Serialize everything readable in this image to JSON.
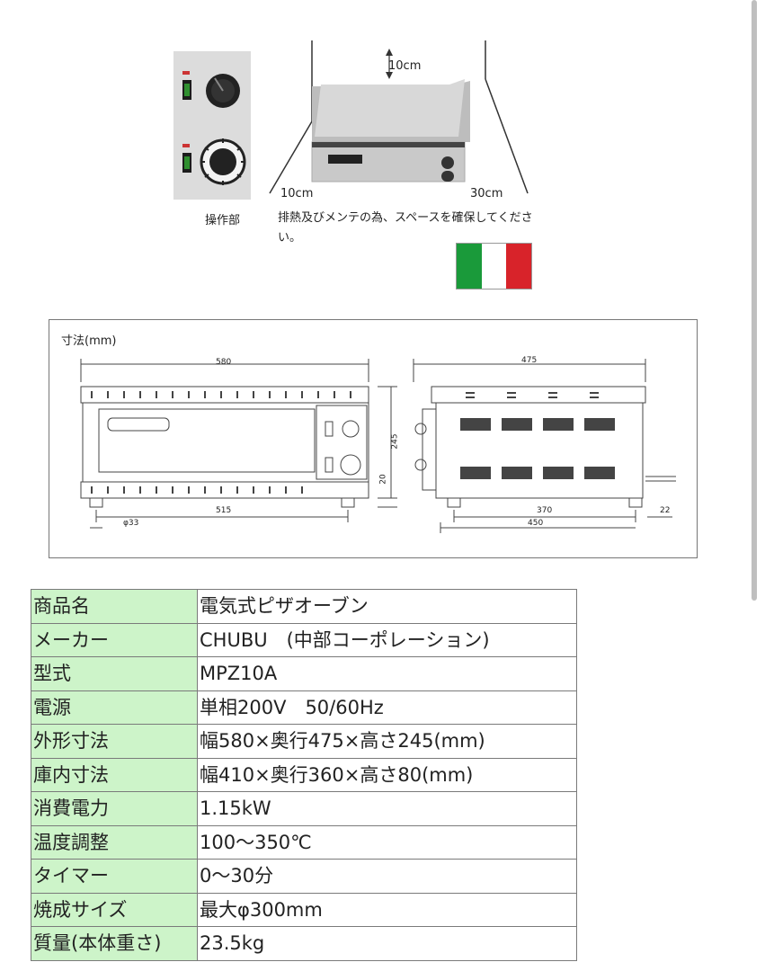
{
  "photo": {
    "control_panel_label": "操作部",
    "clearance_top": "10cm",
    "clearance_left": "10cm",
    "clearance_right": "30cm",
    "clearance_note": "排熱及びメンテの為、スペースを確保してください。"
  },
  "flag": {
    "colors": [
      "#1a9a3a",
      "#ffffff",
      "#d8232a"
    ]
  },
  "drawing": {
    "title": "寸法(mm)",
    "front": {
      "width_total": "580",
      "height_total": "245",
      "foot_height": "20",
      "foot_spacing": "515",
      "foot_diameter": "φ33"
    },
    "side": {
      "depth_total": "475",
      "inner_depth": "370",
      "depth_base": "450",
      "cord_offset": "22"
    }
  },
  "specs": {
    "rows": [
      {
        "label": "商品名",
        "value": "電気式ピザオーブン"
      },
      {
        "label": "メーカー",
        "value": "CHUBU　(中部コーポレーション)"
      },
      {
        "label": "型式",
        "value": "MPZ10A"
      },
      {
        "label": "電源",
        "value": "単相200V　50/60Hz"
      },
      {
        "label": "外形寸法",
        "value": "幅580×奥行475×高さ245(mm)"
      },
      {
        "label": "庫内寸法",
        "value": "幅410×奥行360×高さ80(mm)"
      },
      {
        "label": "消費電力",
        "value": "1.15kW"
      },
      {
        "label": "温度調整",
        "value": "100〜350℃"
      },
      {
        "label": "タイマー",
        "value": "0〜30分"
      },
      {
        "label": "焼成サイズ",
        "value": "最大φ300mm"
      },
      {
        "label": "質量(本体重さ)",
        "value": "23.5kg"
      }
    ]
  }
}
